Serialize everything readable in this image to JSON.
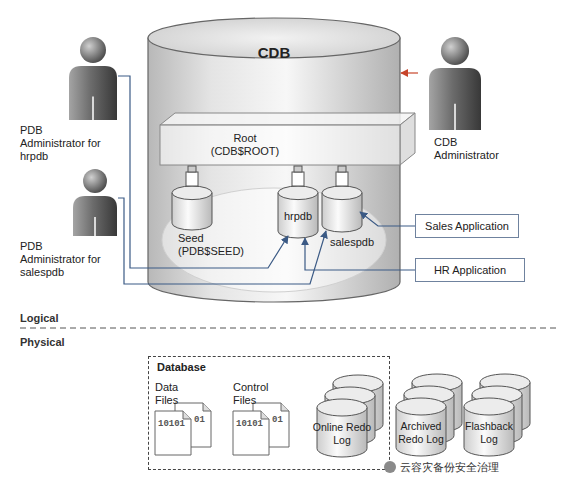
{
  "diagram": {
    "nodes": [
      {
        "text": [
          "CDB"
        ]
      },
      {
        "text": [
          "Root (CDB$ROOT)"
        ],
        "in": 0
      },
      {
        "text": [
          "Seed (PDB$SEED)"
        ],
        "in": 0
      },
      {
        "text": [
          "hrpdb"
        ],
        "in": 0
      },
      {
        "text": [
          "salespdb"
        ],
        "in": 0
      },
      {
        "text": [
          "PDB Administrator for hrpdb"
        ]
      },
      {
        "text": [
          "CDB Administrator"
        ]
      },
      {
        "text": [
          "Sales Application"
        ]
      },
      {
        "text": [
          "PDB Administrator for salespdb"
        ]
      },
      {
        "text": [
          "HR Application"
        ]
      },
      {
        "text": [
          "Database"
        ]
      },
      {
        "text": [
          "Data Files"
        ],
        "in": 10
      },
      {
        "text": [
          "Control Files"
        ],
        "in": 10
      },
      {
        "text": [
          "Online Redo Log"
        ],
        "in": 10
      },
      {
        "text": [
          "Archived Redo Log"
        ]
      },
      {
        "text": [
          "Flashback Log"
        ]
      }
    ],
    "edges": [
      {
        "from": 5,
        "to": 3,
        "arrow": "to"
      },
      {
        "from": 8,
        "to": 4,
        "arrow": "to"
      },
      {
        "from": 6,
        "to": 0,
        "arrow": "to"
      },
      {
        "from": 7,
        "to": 4,
        "arrow": "to"
      },
      {
        "from": 9,
        "to": 3,
        "arrow": "to"
      }
    ],
    "labels": [
      "Logical",
      "Physical",
      "10101",
      "01",
      "10101",
      "01",
      "云容灾备份安全治理"
    ]
  }
}
